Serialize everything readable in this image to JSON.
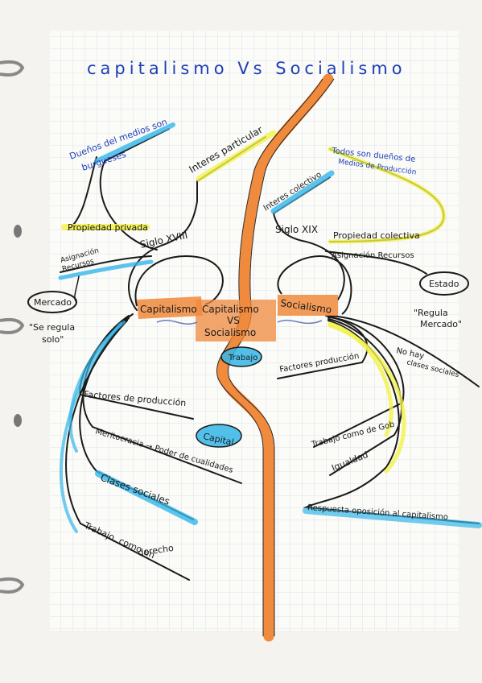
{
  "title": "capitalismo  Vs  Socialismo",
  "center": {
    "line1": "Capitalismo",
    "line2": "VS",
    "line3": "Socialismo"
  },
  "left": {
    "root": "Capitalismo",
    "siglo": "Siglo XVIII",
    "interes": "Interes particular",
    "duenos_line1": "Dueños del medios son",
    "duenos_line2": "burgueses",
    "propiedad": "Propiedad privada",
    "asignacion_line1": "Asignación",
    "asignacion_line2": "Recursos",
    "mercado": "Mercado",
    "se_regula_line1": "\"Se regula",
    "se_regula_line2": "solo\"",
    "factores": "Factores de producción",
    "capital": "Capital",
    "meritocracia": "Meritocracia → Poder de cualidades",
    "clases": "Clases sociales",
    "trabajo_line1": "Trabajo, como un",
    "trabajo_line2": "derecho"
  },
  "right": {
    "root": "Socialismo",
    "siglo": "Siglo XIX",
    "interes": "Interes colectivo",
    "todos_line1": "Todos son dueños de",
    "todos_line2": "Medios de Producción",
    "propiedad": "Propiedad colectiva",
    "asignacion": "Asignación Recursos",
    "estado": "Estado",
    "regula_line1": "\"Regula",
    "regula_line2": "Mercado\"",
    "trabajo_bubble": "Trabajo",
    "factores": "Factores producción",
    "no_hay_line1": "No hay",
    "no_hay_line2": "clases sociales",
    "trabajo_gob": "Trabajo como de Gob",
    "igualdad": "Igualdad",
    "respuesta": "Respuesta oposición al capitalismo"
  },
  "colors": {
    "ink": "#1a1a1a",
    "blue_ink": "#1f3fb8",
    "orange": "#f08a3c",
    "yellow": "#f2f24a",
    "cyan": "#34b6e8",
    "grid": "#d6dce6"
  }
}
